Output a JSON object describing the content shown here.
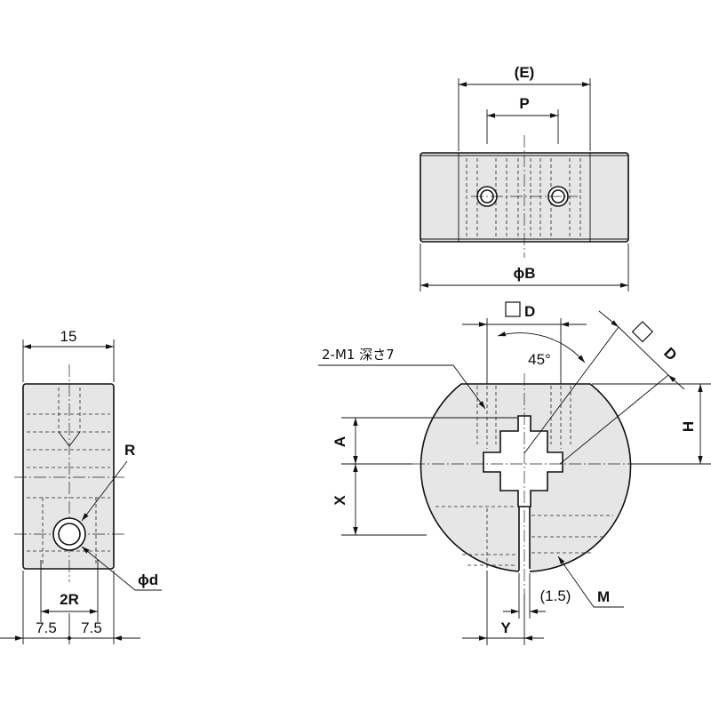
{
  "labels": {
    "top_e": "(E)",
    "top_p": "P",
    "top_b": "ϕB",
    "side_15": "15",
    "side_r": "R",
    "side_d": "ϕd",
    "side_2r": "2R",
    "side_75_left": "7.5",
    "side_75_right": "7.5",
    "front_d_top": "D",
    "front_d_diag": "D",
    "front_m1": "2-M1 深さ7",
    "front_angle": "45°",
    "front_h": "H",
    "front_a": "A",
    "front_x": "X",
    "front_15": "(1.5)",
    "front_m": "M",
    "front_y": "Y"
  }
}
